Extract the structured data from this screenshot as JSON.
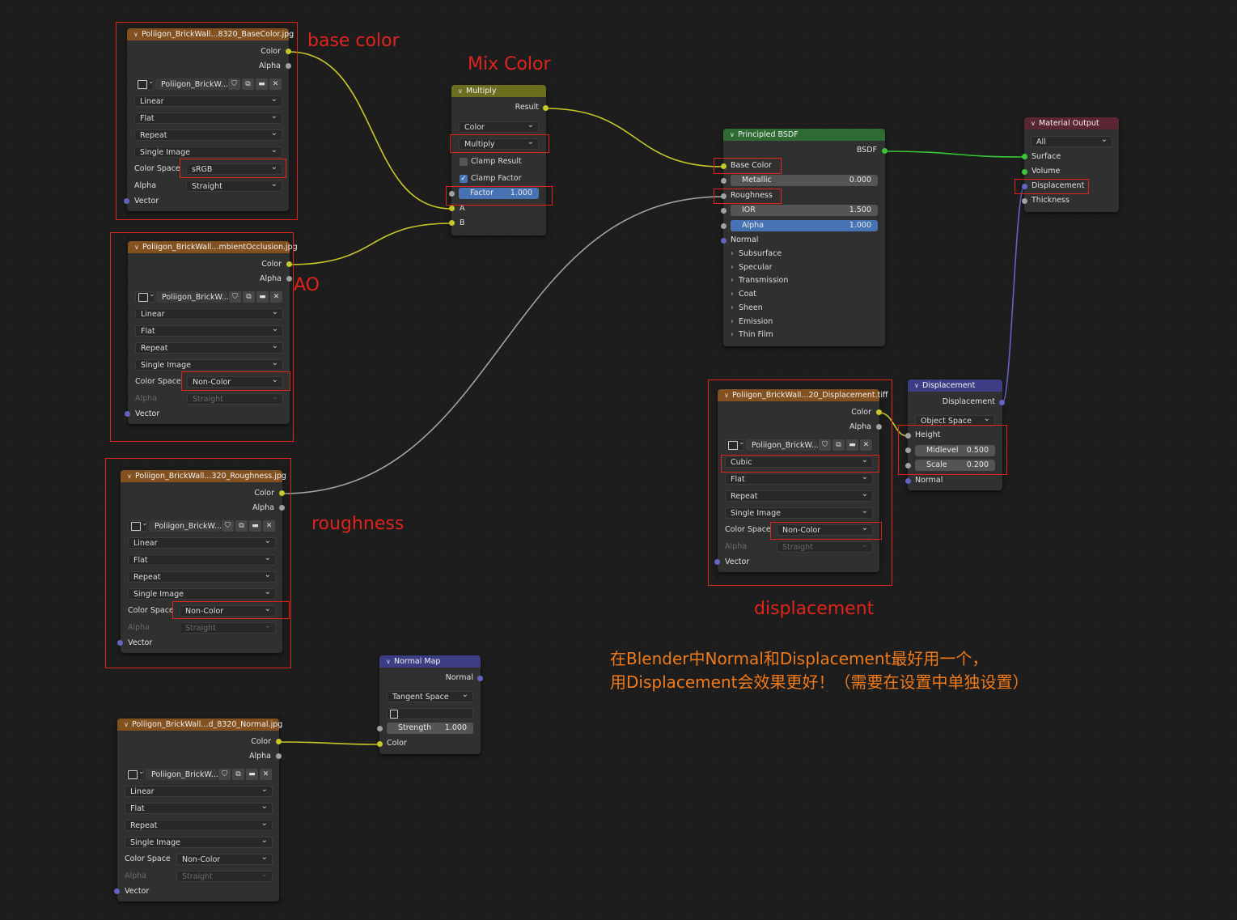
{
  "colors": {
    "texture_header": "#83501f",
    "mix_header": "#6c6e1f",
    "bsdf_header": "#2f6a33",
    "output_header": "#5a2632",
    "vector_header": "#3d3d86",
    "annotation": "#e0241b",
    "note": "#f07a1a"
  },
  "common": {
    "color": "Color",
    "alpha": "Alpha",
    "vector": "Vector",
    "color_space": "Color Space",
    "image_short": "Poliigon_BrickW...",
    "interpolation_linear": "Linear",
    "interpolation_cubic": "Cubic",
    "projection": "Flat",
    "extension": "Repeat",
    "source": "Single Image",
    "alpha_mode": "Straight",
    "cs_srgb": "sRGB",
    "cs_noncolor": "Non-Color"
  },
  "tex_basecolor": {
    "title": "Poliigon_BrickWall...8320_BaseColor.jpg"
  },
  "tex_ao": {
    "title": "Poliigon_BrickWall...mbientOcclusion.jpg"
  },
  "tex_roughness": {
    "title": "Poliigon_BrickWall...320_Roughness.jpg"
  },
  "tex_normal": {
    "title": "Poliigon_BrickWall...d_8320_Normal.jpg"
  },
  "tex_displacement": {
    "title": "Poliigon_BrickWall...20_Displacement.tiff"
  },
  "mix": {
    "title": "Multiply",
    "result": "Result",
    "data_type": "Color",
    "blend": "Multiply",
    "clamp_result": "Clamp Result",
    "clamp_factor": "Clamp Factor",
    "factor_label": "Factor",
    "factor_value": "1.000",
    "a": "A",
    "b": "B"
  },
  "bsdf": {
    "title": "Principled BSDF",
    "bsdf": "BSDF",
    "base_color": "Base Color",
    "metallic": "Metallic",
    "metallic_value": "0.000",
    "roughness": "Roughness",
    "ior": "IOR",
    "ior_value": "1.500",
    "alpha": "Alpha",
    "alpha_value": "1.000",
    "normal": "Normal",
    "panels": [
      "Subsurface",
      "Specular",
      "Transmission",
      "Coat",
      "Sheen",
      "Emission",
      "Thin Film"
    ]
  },
  "output": {
    "title": "Material Output",
    "target": "All",
    "surface": "Surface",
    "volume": "Volume",
    "displacement": "Displacement",
    "thickness": "Thickness"
  },
  "displacement": {
    "title": "Displacement",
    "out": "Displacement",
    "space": "Object Space",
    "height": "Height",
    "midlevel": "Midlevel",
    "midlevel_value": "0.500",
    "scale": "Scale",
    "scale_value": "0.200",
    "normal": "Normal"
  },
  "normal_map": {
    "title": "Normal Map",
    "out": "Normal",
    "space": "Tangent Space",
    "strength": "Strength",
    "strength_value": "1.000",
    "color": "Color"
  },
  "annotations": {
    "base_color": "base color",
    "mix_color": "Mix Color",
    "ao": "AO",
    "roughness": "roughness",
    "displacement": "displacement"
  },
  "note": {
    "line1": "在Blender中Normal和Displacement最好用一个，",
    "line2": "用Displacement会效果更好！（需要在设置中单独设置）"
  }
}
